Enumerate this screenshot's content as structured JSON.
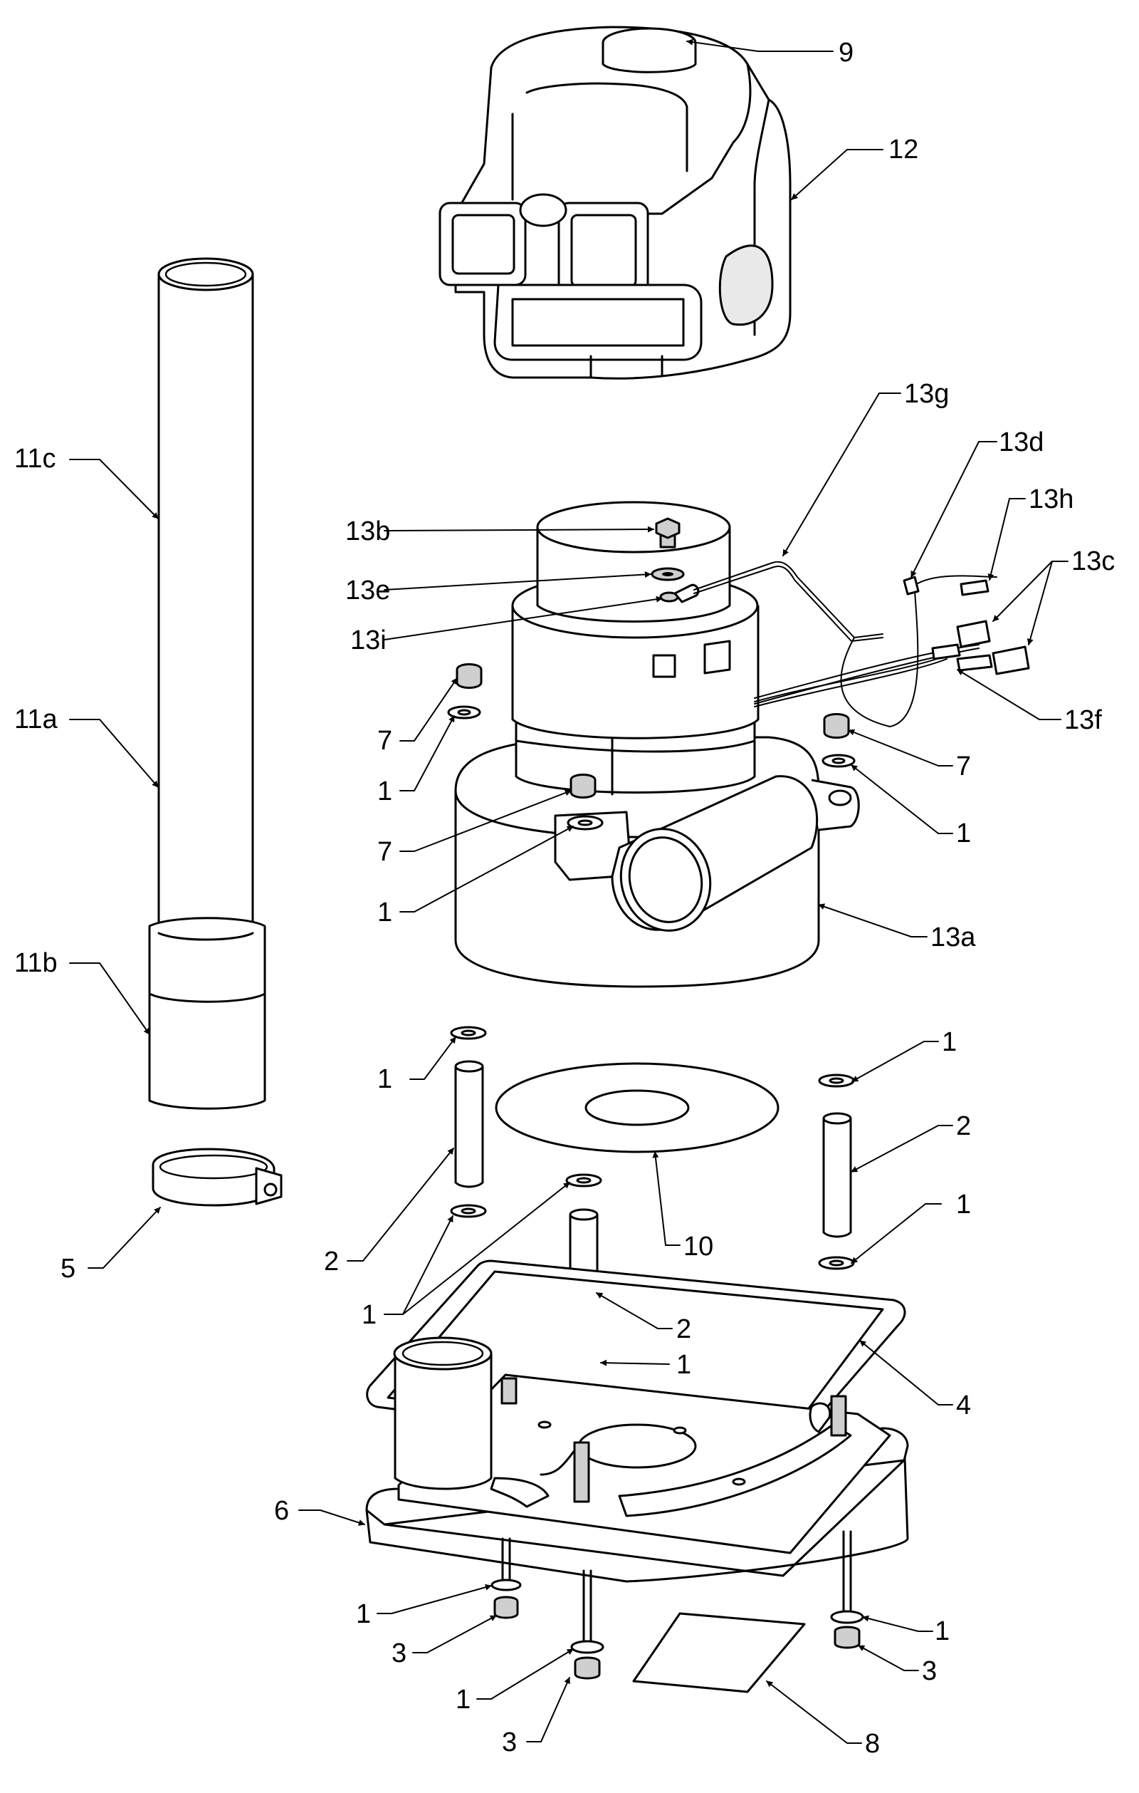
{
  "labels": {
    "l9": "9",
    "l12": "12",
    "l11c": "11c",
    "l13g": "13g",
    "l13d": "13d",
    "l13h": "13h",
    "l13c": "13c",
    "l13b": "13b",
    "l13e": "13e",
    "l13i": "13i",
    "l13f": "13f",
    "l7a": "7",
    "l1a": "1",
    "l7b": "7",
    "l1b": "1",
    "l7c": "7",
    "l1c": "1",
    "l11a": "11a",
    "l13a": "13a",
    "l11b": "11b",
    "l1d": "1",
    "l1e": "1",
    "l2a": "2",
    "l2b": "2",
    "l1f": "1",
    "l5": "5",
    "l10": "10",
    "l1g": "1",
    "l2c": "2",
    "l1h": "1",
    "l4": "4",
    "l6": "6",
    "l1i": "1",
    "l3a": "3",
    "l1j": "1",
    "l3b": "3",
    "l1k": "1",
    "l3c": "3",
    "l8": "8"
  }
}
